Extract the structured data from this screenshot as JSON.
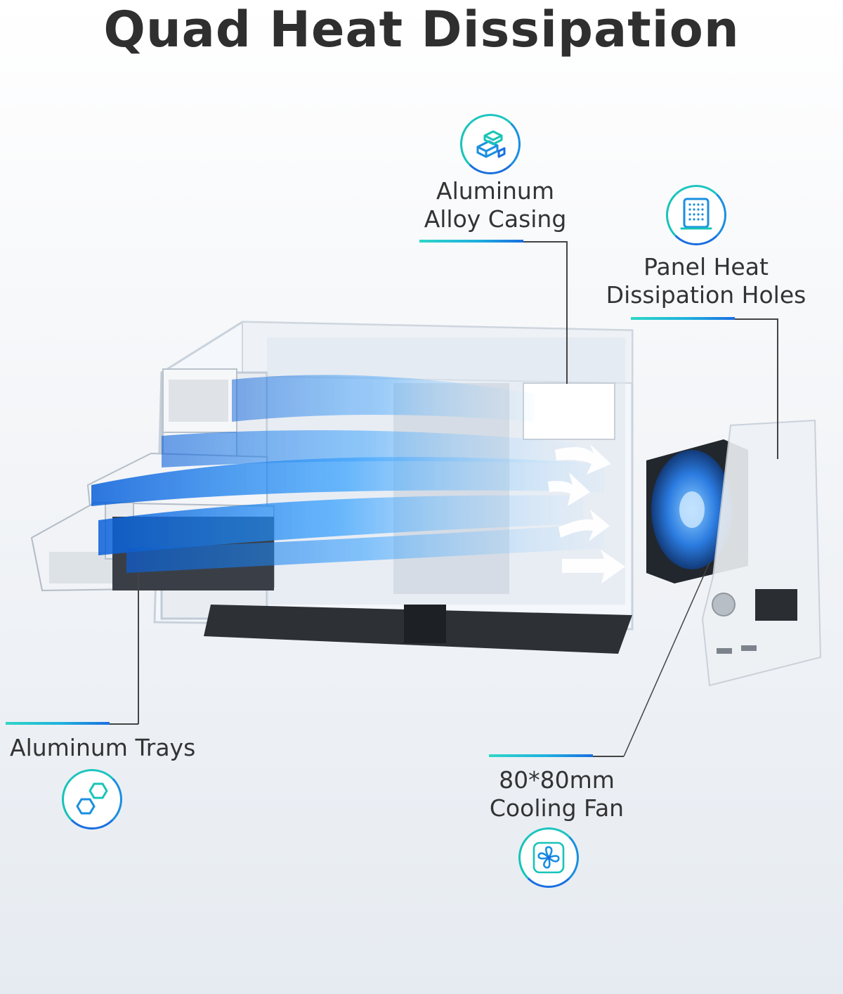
{
  "title": "Quad Heat Dissipation",
  "features": {
    "casing": {
      "label_line1": "Aluminum",
      "label_line2": "Alloy Casing",
      "icon": "aluminum-ingot-icon"
    },
    "panel": {
      "label_line1": "Panel Heat",
      "label_line2": "Dissipation Holes",
      "icon": "perforated-panel-icon"
    },
    "trays": {
      "label": "Aluminum Trays",
      "icon": "hexagon-cells-icon"
    },
    "fan": {
      "label_line1": "80*80mm",
      "label_line2": "Cooling Fan",
      "icon": "fan-icon"
    }
  },
  "colors": {
    "accent_teal": "#2fd6c6",
    "accent_blue": "#1a6ee0",
    "airflow_blue": "#1e7ff0",
    "title_text": "#2f2f2f"
  }
}
